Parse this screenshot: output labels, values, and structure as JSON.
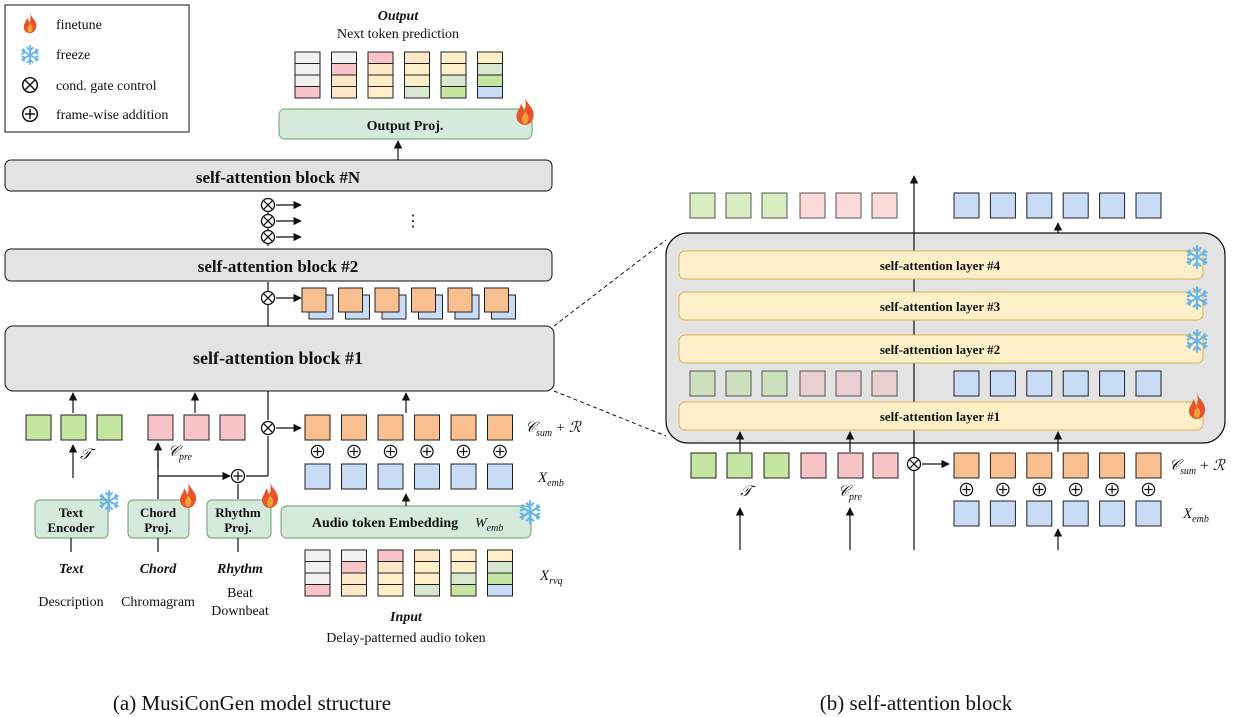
{
  "legend": {
    "finetune": "finetune",
    "freeze": "freeze",
    "gate": "cond. gate control",
    "addition": "frame-wise addition"
  },
  "output": {
    "title": "Output",
    "subtitle": "Next token prediction",
    "proj": "Output Proj."
  },
  "blocks": {
    "n": "self-attention block #N",
    "two": "self-attention block #2",
    "one": "self-attention block #1"
  },
  "ellipsis": "⋮",
  "math": {
    "t": "𝒯",
    "c": "𝒞",
    "pre": "pre",
    "sum": "sum",
    "plus_r": "+ ℛ",
    "x": "X",
    "emb": "emb",
    "rvq": "rvq",
    "w": "W"
  },
  "modules": {
    "text_encoder_1": "Text",
    "text_encoder_2": "Encoder",
    "chord_proj_1": "Chord",
    "chord_proj_2": "Proj.",
    "rhythm_proj_1": "Rhythm",
    "rhythm_proj_2": "Proj.",
    "audio_embedding": "Audio token Embedding"
  },
  "inputs": {
    "text_title": "Text",
    "text_desc": "Description",
    "chord_title": "Chord",
    "chord_desc": "Chromagram",
    "rhythm_title": "Rhythm",
    "rhythm_desc1": "Beat",
    "rhythm_desc2": "Downbeat",
    "input_title": "Input",
    "input_desc": "Delay-patterned audio token"
  },
  "layers": {
    "l4": "self-attention layer #4",
    "l3": "self-attention layer #3",
    "l2": "self-attention layer #2",
    "l1": "self-attention layer #1"
  },
  "captions": {
    "a": "(a) MusiConGen model structure",
    "b": "(b) self-attention block"
  },
  "colors": {
    "green": "#c5e6a0",
    "pink": "#f8c4c8",
    "orange": "#f9bf8f",
    "blue": "#c8dcf5",
    "module_green": "#d6eadb",
    "layer_yellow": "#fdf0c8",
    "block_gray": "#e3e3e3",
    "flame": "#e8532a",
    "snow": "#6ab6e8"
  }
}
